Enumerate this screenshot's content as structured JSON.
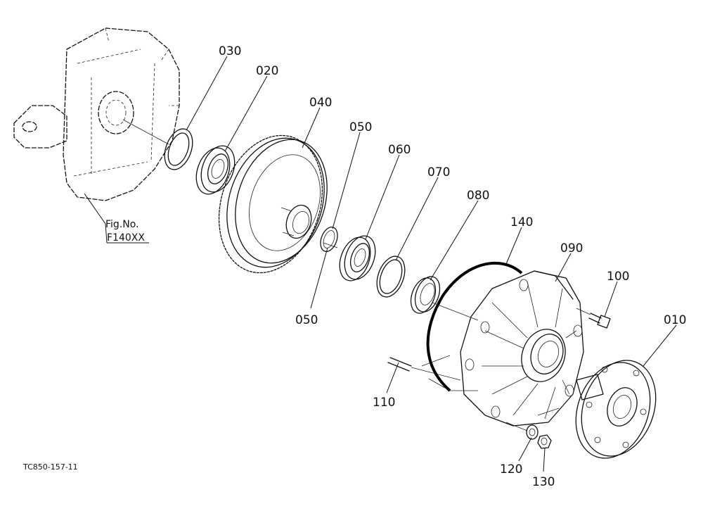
{
  "diagram": {
    "callouts": [
      {
        "id": "030",
        "text": "030"
      },
      {
        "id": "020",
        "text": "020"
      },
      {
        "id": "040",
        "text": "040"
      },
      {
        "id": "050a",
        "text": "050"
      },
      {
        "id": "060",
        "text": "060"
      },
      {
        "id": "070",
        "text": "070"
      },
      {
        "id": "080",
        "text": "080"
      },
      {
        "id": "140",
        "text": "140"
      },
      {
        "id": "090",
        "text": "090"
      },
      {
        "id": "100",
        "text": "100"
      },
      {
        "id": "010",
        "text": "010"
      },
      {
        "id": "050b",
        "text": "050"
      },
      {
        "id": "110",
        "text": "110"
      },
      {
        "id": "120",
        "text": "120"
      },
      {
        "id": "130",
        "text": "130"
      }
    ],
    "fig_ref": {
      "line1": "Fig.No.",
      "line2": "F140XX"
    },
    "drawing_code": "TC850-157-11"
  }
}
